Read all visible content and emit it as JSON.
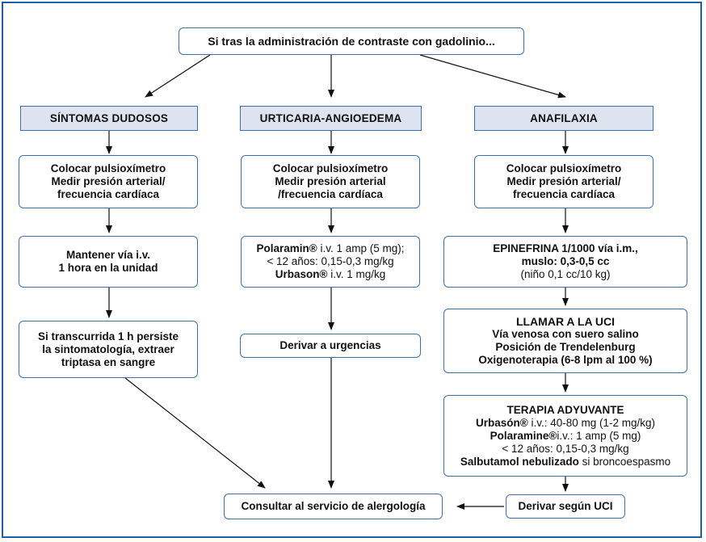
{
  "top": {
    "text": "Si tras la administración de contraste con gadolinio..."
  },
  "columns": [
    {
      "header": "SÍNTOMAS DUDOSOS",
      "step1": [
        "Colocar pulsioxímetro",
        "Medir presión arterial/",
        "frecuencia cardíaca"
      ],
      "step2": [
        "Mantener vía i.v.",
        "1 hora en la unidad"
      ],
      "step3": [
        "Si transcurrida 1 h persiste",
        "la sintomatología, extraer",
        "triptasa en sangre"
      ]
    },
    {
      "header": "URTICARIA-ANGIOEDEMA",
      "step1": [
        "Colocar  pulsioxímetro",
        "Medir presión arterial",
        "/frecuencia cardíaca"
      ],
      "step2": {
        "l1_bold": "Polaramin®",
        "l1_rest": " i.v. 1 amp (5 mg);",
        "l2": "< 12 años: 0,15-0,3 mg/kg",
        "l3_bold": "Urbason®",
        "l3_rest": " i.v. 1 mg/kg"
      },
      "step3": "Derivar a urgencias"
    },
    {
      "header": "ANAFILAXIA",
      "step1": [
        "Colocar  pulsioxímetro",
        "Medir presión arterial/",
        "frecuencia cardíaca"
      ],
      "step2": {
        "l1": "EPINEFRINA 1/1000 vía i.m.,",
        "l2": "muslo: 0,3-0,5 cc",
        "l3": "(niño 0,1 cc/10 kg)"
      },
      "step3": [
        "LLAMAR A LA UCI",
        "Vía venosa con suero salino",
        "Posición de Trendelenburg",
        "Oxigenoterapia (6-8 lpm al 100 %)"
      ],
      "step4": {
        "title": "TERAPIA ADYUVANTE",
        "l1_bold": "Urbasón®",
        "l1_rest": " i.v.: 40-80 mg (1-2 mg/kg)",
        "l2_bold": "Polaramine®",
        "l2_rest": "i.v.: 1 amp (5 mg)",
        "l3": "< 12 años: 0,15-0,3 mg/kg",
        "l4_bold": "Salbutamol nebulizado",
        "l4_rest": " si broncoespasmo"
      },
      "step5": "Derivar según UCI"
    }
  ],
  "bottom": {
    "text": "Consultar al servicio de alergología"
  },
  "colors": {
    "frame": "#1f5fa6",
    "box_border": "#3a6fb0",
    "header_fill": "#dde3ef",
    "arrow": "#111111"
  }
}
